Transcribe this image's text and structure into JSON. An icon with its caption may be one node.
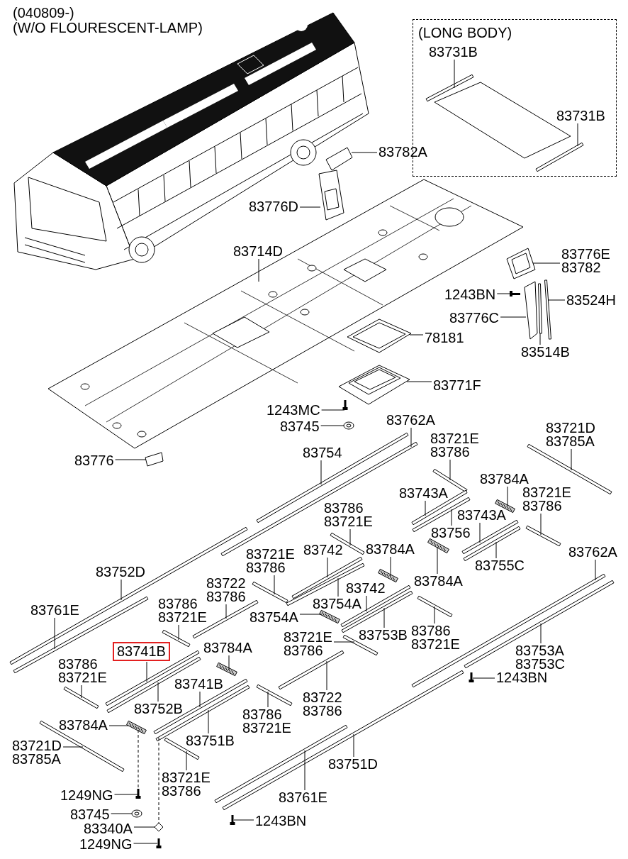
{
  "diagram": {
    "nodes": [
      {
        "text": [
          "(LONG BODY)"
        ]
      },
      {
        "text": [
          "83731B"
        ],
        "in": 0
      },
      {
        "text": [
          "83731B"
        ],
        "in": 0
      },
      {
        "text": [
          "83782A"
        ]
      },
      {
        "text": [
          "83776D"
        ]
      },
      {
        "text": [
          "83714D"
        ]
      },
      {
        "text": [
          "83776E",
          "83782"
        ]
      },
      {
        "text": [
          "1243BN"
        ]
      },
      {
        "text": [
          "83524H"
        ]
      },
      {
        "text": [
          "83776C"
        ]
      },
      {
        "text": [
          "83514B"
        ]
      },
      {
        "text": [
          "78181"
        ]
      },
      {
        "text": [
          "83771F"
        ]
      },
      {
        "text": [
          "1243MC"
        ]
      },
      {
        "text": [
          "83745"
        ]
      },
      {
        "text": [
          "83762A"
        ]
      },
      {
        "text": [
          "83721D",
          "83785A"
        ]
      },
      {
        "text": [
          "83721E",
          "83786"
        ]
      },
      {
        "text": [
          "83776"
        ]
      },
      {
        "text": [
          "83754"
        ]
      },
      {
        "text": [
          "83784A"
        ]
      },
      {
        "text": [
          "83743A"
        ]
      },
      {
        "text": [
          "83721E",
          "83786"
        ]
      },
      {
        "text": [
          "83786",
          "83721E"
        ]
      },
      {
        "text": [
          "83743A"
        ]
      },
      {
        "text": [
          "83756"
        ]
      },
      {
        "text": [
          "83742"
        ]
      },
      {
        "text": [
          "83784A"
        ]
      },
      {
        "text": [
          "83762A"
        ]
      },
      {
        "text": [
          "83721E",
          "83786"
        ]
      },
      {
        "text": [
          "83755C"
        ]
      },
      {
        "text": [
          "83752D"
        ]
      },
      {
        "text": [
          "83784A"
        ]
      },
      {
        "text": [
          "83722",
          "83786"
        ]
      },
      {
        "text": [
          "83742"
        ]
      },
      {
        "text": [
          "83754A"
        ]
      },
      {
        "text": [
          "83761E"
        ]
      },
      {
        "text": [
          "83786",
          "83721E"
        ]
      },
      {
        "text": [
          "83754A"
        ]
      },
      {
        "text": [
          "83786",
          "83721E"
        ]
      },
      {
        "text": [
          "83753B"
        ]
      },
      {
        "text": [
          "83721E",
          "83786"
        ]
      },
      {
        "text": [
          "83741B"
        ]
      },
      {
        "text": [
          "83784A"
        ]
      },
      {
        "text": [
          "83753A",
          "83753C"
        ]
      },
      {
        "text": [
          "83786",
          "83721E"
        ]
      },
      {
        "text": [
          "1243BN"
        ]
      },
      {
        "text": [
          "83722",
          "83786"
        ]
      },
      {
        "text": [
          "83741B"
        ]
      },
      {
        "text": [
          "83752B"
        ]
      },
      {
        "text": [
          "83786",
          "83721E"
        ]
      },
      {
        "text": [
          "83784A"
        ]
      },
      {
        "text": [
          "83751B"
        ]
      },
      {
        "text": [
          "83721D",
          "83785A"
        ]
      },
      {
        "text": [
          "83751D"
        ]
      },
      {
        "text": [
          "83721E",
          "83786"
        ]
      },
      {
        "text": [
          "83761E"
        ]
      },
      {
        "text": [
          "1249NG"
        ]
      },
      {
        "text": [
          "83745"
        ]
      },
      {
        "text": [
          "1243BN"
        ]
      },
      {
        "text": [
          "83340A"
        ]
      },
      {
        "text": [
          "1249NG"
        ]
      },
      {
        "text": [],
        "shape": "bar",
        "in": 0
      },
      {
        "text": [],
        "shape": "bar",
        "in": 0
      },
      {
        "text": [],
        "shape": "picture"
      },
      {
        "text": [],
        "shape": "picture"
      },
      {
        "text": [],
        "shape": "picture"
      },
      {
        "text": [],
        "shape": "picture"
      },
      {
        "text": [],
        "shape": "picture"
      },
      {
        "text": [],
        "shape": "bar"
      },
      {
        "text": [],
        "shape": "picture"
      },
      {
        "text": [],
        "shape": "bar"
      },
      {
        "text": [],
        "shape": "picture"
      },
      {
        "text": [],
        "shape": "picture"
      },
      {
        "text": [],
        "shape": "picture"
      },
      {
        "text": [],
        "shape": "picture"
      },
      {
        "text": [],
        "shape": "bar"
      },
      {
        "text": [],
        "shape": "bar"
      },
      {
        "text": [],
        "shape": "bar"
      },
      {
        "text": [],
        "shape": "picture"
      },
      {
        "text": [],
        "shape": "bar"
      },
      {
        "text": [],
        "shape": "picture"
      },
      {
        "text": [],
        "shape": "bar"
      },
      {
        "text": [],
        "shape": "bar"
      },
      {
        "text": [],
        "shape": "bar"
      },
      {
        "text": [],
        "shape": "bar"
      },
      {
        "text": [],
        "shape": "bar"
      },
      {
        "text": [],
        "shape": "bar"
      },
      {
        "text": [],
        "shape": "picture"
      },
      {
        "text": [],
        "shape": "bar"
      },
      {
        "text": [],
        "shape": "bar"
      },
      {
        "text": [],
        "shape": "bar"
      },
      {
        "text": [],
        "shape": "bar"
      },
      {
        "text": [],
        "shape": "picture"
      },
      {
        "text": [],
        "shape": "bar"
      },
      {
        "text": [],
        "shape": "bar"
      },
      {
        "text": [],
        "shape": "bar"
      },
      {
        "text": [],
        "shape": "bar"
      },
      {
        "text": [],
        "shape": "bar"
      },
      {
        "text": [],
        "shape": "picture"
      },
      {
        "text": [],
        "shape": "bar"
      },
      {
        "text": [],
        "shape": "bar"
      },
      {
        "text": [],
        "shape": "bar"
      },
      {
        "text": [],
        "shape": "bar"
      },
      {
        "text": [],
        "shape": "picture"
      },
      {
        "text": [],
        "shape": "bar"
      },
      {
        "text": [],
        "shape": "bar"
      },
      {
        "text": [],
        "shape": "picture"
      },
      {
        "text": [],
        "shape": "bar"
      },
      {
        "text": [],
        "shape": "bar"
      },
      {
        "text": [],
        "shape": "bar"
      },
      {
        "text": [],
        "shape": "bar"
      },
      {
        "text": [],
        "shape": "picture"
      },
      {
        "text": [],
        "shape": "bar"
      },
      {
        "text": [],
        "shape": "bar"
      },
      {
        "text": [],
        "shape": "bar"
      },
      {
        "text": [],
        "shape": "bar"
      },
      {
        "text": [],
        "shape": "bar"
      },
      {
        "text": [],
        "shape": "picture"
      },
      {
        "text": [],
        "shape": "picture"
      },
      {
        "text": [],
        "shape": "picture"
      },
      {
        "text": [],
        "shape": "picture"
      },
      {
        "text": [],
        "shape": "picture"
      }
    ],
    "edges": [
      {
        "from": 1,
        "to": 62,
        "arrow": "none"
      },
      {
        "from": 2,
        "to": 63,
        "arrow": "none"
      },
      {
        "from": 3,
        "to": 64,
        "arrow": "none"
      },
      {
        "from": 4,
        "to": 65,
        "arrow": "none"
      },
      {
        "from": 5,
        "to": 66,
        "arrow": "none"
      },
      {
        "from": 6,
        "to": 67,
        "arrow": "none"
      },
      {
        "from": 7,
        "to": 68,
        "arrow": "none"
      },
      {
        "from": 8,
        "to": 69,
        "arrow": "none"
      },
      {
        "from": 9,
        "to": 70,
        "arrow": "none"
      },
      {
        "from": 10,
        "to": 71,
        "arrow": "none"
      },
      {
        "from": 11,
        "to": 72,
        "arrow": "none"
      },
      {
        "from": 12,
        "to": 73,
        "arrow": "none"
      },
      {
        "from": 13,
        "to": 74,
        "arrow": "none"
      },
      {
        "from": 14,
        "to": 75,
        "arrow": "none"
      },
      {
        "from": 15,
        "to": 76,
        "arrow": "none"
      },
      {
        "from": 16,
        "to": 77,
        "arrow": "none"
      },
      {
        "from": 17,
        "to": 78,
        "arrow": "none"
      },
      {
        "from": 18,
        "to": 79,
        "arrow": "none"
      },
      {
        "from": 19,
        "to": 80,
        "arrow": "none"
      },
      {
        "from": 20,
        "to": 81,
        "arrow": "none"
      },
      {
        "from": 21,
        "to": 82,
        "arrow": "none"
      },
      {
        "from": 22,
        "to": 83,
        "arrow": "none"
      },
      {
        "from": 23,
        "to": 84,
        "arrow": "none"
      },
      {
        "from": 24,
        "to": 85,
        "arrow": "none"
      },
      {
        "from": 25,
        "to": 86,
        "arrow": "none"
      },
      {
        "from": 26,
        "to": 87,
        "arrow": "none"
      },
      {
        "from": 27,
        "to": 88,
        "arrow": "none"
      },
      {
        "from": 28,
        "to": 89,
        "arrow": "none"
      },
      {
        "from": 29,
        "to": 90,
        "arrow": "none"
      },
      {
        "from": 30,
        "to": 91,
        "arrow": "none"
      },
      {
        "from": 31,
        "to": 92,
        "arrow": "none"
      },
      {
        "from": 32,
        "to": 93,
        "arrow": "none"
      },
      {
        "from": 33,
        "to": 94,
        "arrow": "none"
      },
      {
        "from": 34,
        "to": 95,
        "arrow": "none"
      },
      {
        "from": 35,
        "to": 96,
        "arrow": "none"
      },
      {
        "from": 36,
        "to": 97,
        "arrow": "none"
      },
      {
        "from": 37,
        "to": 98,
        "arrow": "none"
      },
      {
        "from": 38,
        "to": 99,
        "arrow": "none"
      },
      {
        "from": 39,
        "to": 100,
        "arrow": "none"
      },
      {
        "from": 40,
        "to": 101,
        "arrow": "none"
      },
      {
        "from": 41,
        "to": 102,
        "arrow": "none"
      },
      {
        "from": 42,
        "to": 103,
        "arrow": "none"
      },
      {
        "from": 43,
        "to": 104,
        "arrow": "none"
      },
      {
        "from": 44,
        "to": 105,
        "arrow": "none"
      },
      {
        "from": 45,
        "to": 106,
        "arrow": "none"
      },
      {
        "from": 46,
        "to": 107,
        "arrow": "none"
      },
      {
        "from": 47,
        "to": 108,
        "arrow": "none"
      },
      {
        "from": 48,
        "to": 109,
        "arrow": "none"
      },
      {
        "from": 49,
        "to": 110,
        "arrow": "none"
      },
      {
        "from": 50,
        "to": 111,
        "arrow": "none"
      },
      {
        "from": 51,
        "to": 112,
        "arrow": "none"
      },
      {
        "from": 52,
        "to": 113,
        "arrow": "none"
      },
      {
        "from": 53,
        "to": 114,
        "arrow": "none"
      },
      {
        "from": 54,
        "to": 115,
        "arrow": "none"
      },
      {
        "from": 55,
        "to": 116,
        "arrow": "none"
      },
      {
        "from": 56,
        "to": 117,
        "arrow": "none"
      },
      {
        "from": 57,
        "to": 118,
        "arrow": "none"
      },
      {
        "from": 58,
        "to": 119,
        "arrow": "none"
      },
      {
        "from": 59,
        "to": 120,
        "arrow": "none"
      },
      {
        "from": 60,
        "to": 121,
        "arrow": "none"
      },
      {
        "from": 61,
        "to": 122,
        "arrow": "none"
      },
      {
        "from": 112,
        "to": 118,
        "arrow": "none",
        "style": "dashed"
      },
      {
        "from": 113,
        "to": 121,
        "arrow": "none",
        "style": "dashed"
      }
    ],
    "labels": [
      "(040809-)",
      "(W/O FLOURESCENT-LAMP)"
    ]
  }
}
